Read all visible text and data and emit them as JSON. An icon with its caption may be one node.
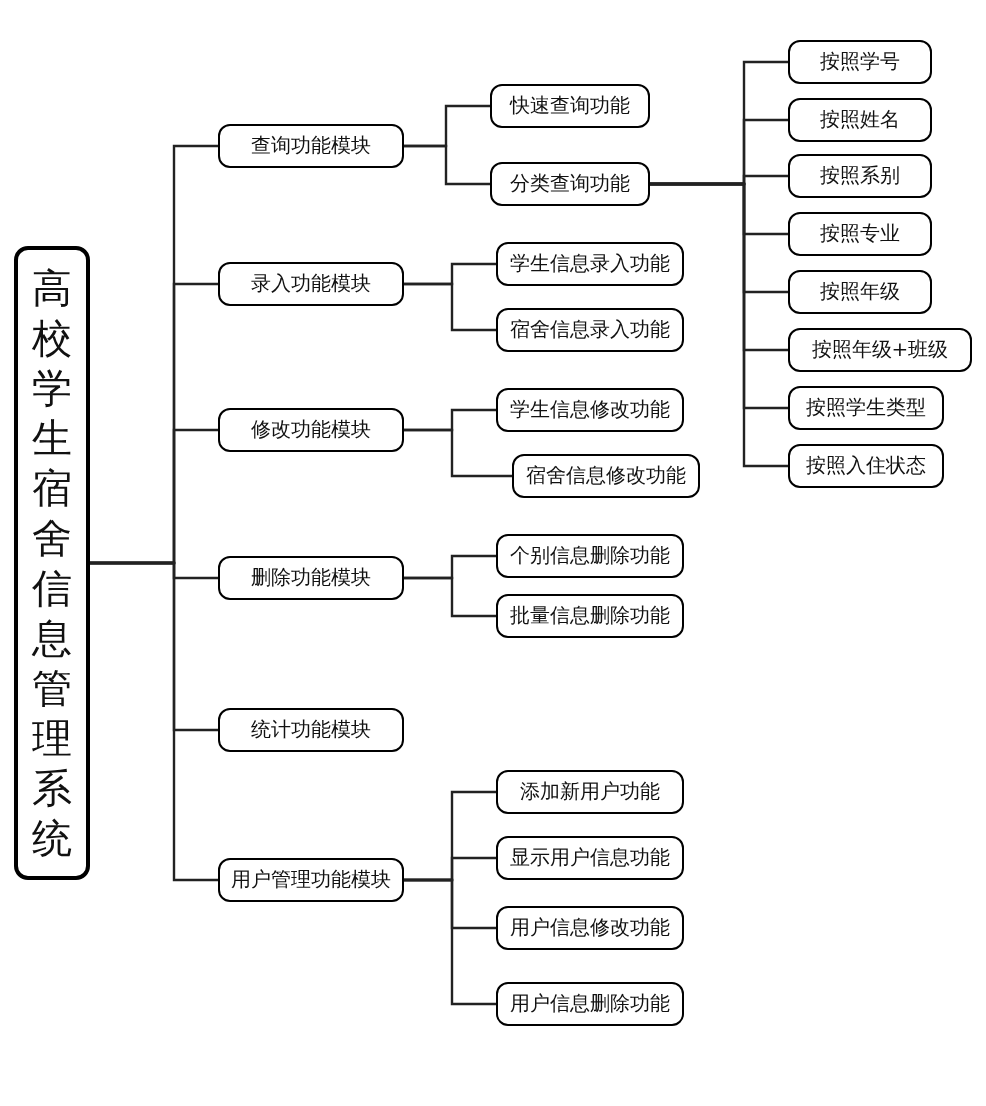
{
  "diagram": {
    "nodes": [
      {
        "text": [
          "高校学生宿舍信息管理系统"
        ]
      },
      {
        "text": [
          "查询功能模块"
        ]
      },
      {
        "text": [
          "快速查询功能"
        ]
      },
      {
        "text": [
          "分类查询功能"
        ]
      },
      {
        "text": [
          "按照学号"
        ]
      },
      {
        "text": [
          "按照姓名"
        ]
      },
      {
        "text": [
          "按照系别"
        ]
      },
      {
        "text": [
          "按照专业"
        ]
      },
      {
        "text": [
          "按照年级"
        ]
      },
      {
        "text": [
          "按照年级+班级"
        ]
      },
      {
        "text": [
          "按照学生类型"
        ]
      },
      {
        "text": [
          "按照入住状态"
        ]
      },
      {
        "text": [
          "录入功能模块"
        ]
      },
      {
        "text": [
          "学生信息录入功能"
        ]
      },
      {
        "text": [
          "宿舍信息录入功能"
        ]
      },
      {
        "text": [
          "修改功能模块"
        ]
      },
      {
        "text": [
          "学生信息修改功能"
        ]
      },
      {
        "text": [
          "宿舍信息修改功能"
        ]
      },
      {
        "text": [
          "删除功能模块"
        ]
      },
      {
        "text": [
          "个别信息删除功能"
        ]
      },
      {
        "text": [
          "批量信息删除功能"
        ]
      },
      {
        "text": [
          "统计功能模块"
        ]
      },
      {
        "text": [
          "用户管理功能模块"
        ]
      },
      {
        "text": [
          "添加新用户功能"
        ]
      },
      {
        "text": [
          "显示用户信息功能"
        ]
      },
      {
        "text": [
          "用户信息修改功能"
        ]
      },
      {
        "text": [
          "用户信息删除功能"
        ]
      }
    ],
    "edges": [
      {
        "from": 0,
        "to": 1,
        "arrow": "none"
      },
      {
        "from": 1,
        "to": 2,
        "arrow": "none"
      },
      {
        "from": 1,
        "to": 3,
        "arrow": "none"
      },
      {
        "from": 3,
        "to": 4,
        "arrow": "none"
      },
      {
        "from": 3,
        "to": 5,
        "arrow": "none"
      },
      {
        "from": 3,
        "to": 6,
        "arrow": "none"
      },
      {
        "from": 3,
        "to": 7,
        "arrow": "none"
      },
      {
        "from": 3,
        "to": 8,
        "arrow": "none"
      },
      {
        "from": 3,
        "to": 9,
        "arrow": "none"
      },
      {
        "from": 3,
        "to": 10,
        "arrow": "none"
      },
      {
        "from": 3,
        "to": 11,
        "arrow": "none"
      },
      {
        "from": 0,
        "to": 12,
        "arrow": "none"
      },
      {
        "from": 12,
        "to": 13,
        "arrow": "none"
      },
      {
        "from": 12,
        "to": 14,
        "arrow": "none"
      },
      {
        "from": 0,
        "to": 15,
        "arrow": "none"
      },
      {
        "from": 15,
        "to": 16,
        "arrow": "none"
      },
      {
        "from": 15,
        "to": 17,
        "arrow": "none"
      },
      {
        "from": 0,
        "to": 18,
        "arrow": "none"
      },
      {
        "from": 18,
        "to": 19,
        "arrow": "none"
      },
      {
        "from": 18,
        "to": 20,
        "arrow": "none"
      },
      {
        "from": 0,
        "to": 21,
        "arrow": "none"
      },
      {
        "from": 0,
        "to": 22,
        "arrow": "none"
      },
      {
        "from": 22,
        "to": 23,
        "arrow": "none"
      },
      {
        "from": 22,
        "to": 24,
        "arrow": "none"
      },
      {
        "from": 22,
        "to": 25,
        "arrow": "none"
      },
      {
        "from": 22,
        "to": 26,
        "arrow": "none"
      }
    ]
  }
}
